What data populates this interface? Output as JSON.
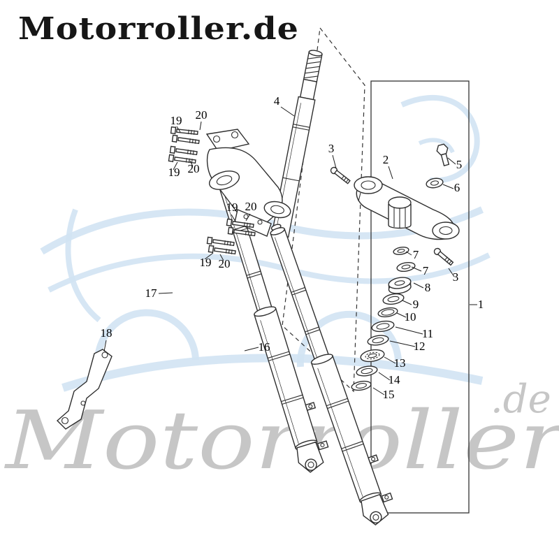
{
  "branding": {
    "logo_text": "Motorroller.de",
    "watermark_word": "Motorroller",
    "watermark_tld": ".de"
  },
  "colors": {
    "background": "#ffffff",
    "diagram_line": "#2e2e2e",
    "watermark_blue": "#d2e3f3",
    "watermark_gray": "#c6c6c6",
    "logo": "#161616",
    "label": "#000000"
  },
  "diagram": {
    "type": "exploded-parts-diagram",
    "subject": "scooter front fork and steering stem assembly",
    "callouts": [
      {
        "label": "19"
      },
      {
        "label": "20"
      },
      {
        "label": "19"
      },
      {
        "label": "20"
      },
      {
        "label": "19"
      },
      {
        "label": "20"
      },
      {
        "label": "19"
      },
      {
        "label": "20"
      },
      {
        "label": "4"
      },
      {
        "label": "3"
      },
      {
        "label": "2"
      },
      {
        "label": "5"
      },
      {
        "label": "6"
      },
      {
        "label": "7"
      },
      {
        "label": "7"
      },
      {
        "label": "8"
      },
      {
        "label": "9"
      },
      {
        "label": "10"
      },
      {
        "label": "11"
      },
      {
        "label": "12"
      },
      {
        "label": "13"
      },
      {
        "label": "14"
      },
      {
        "label": "15"
      },
      {
        "label": "17"
      },
      {
        "label": "16"
      },
      {
        "label": "18"
      },
      {
        "label": "3"
      },
      {
        "label": "1"
      }
    ]
  }
}
